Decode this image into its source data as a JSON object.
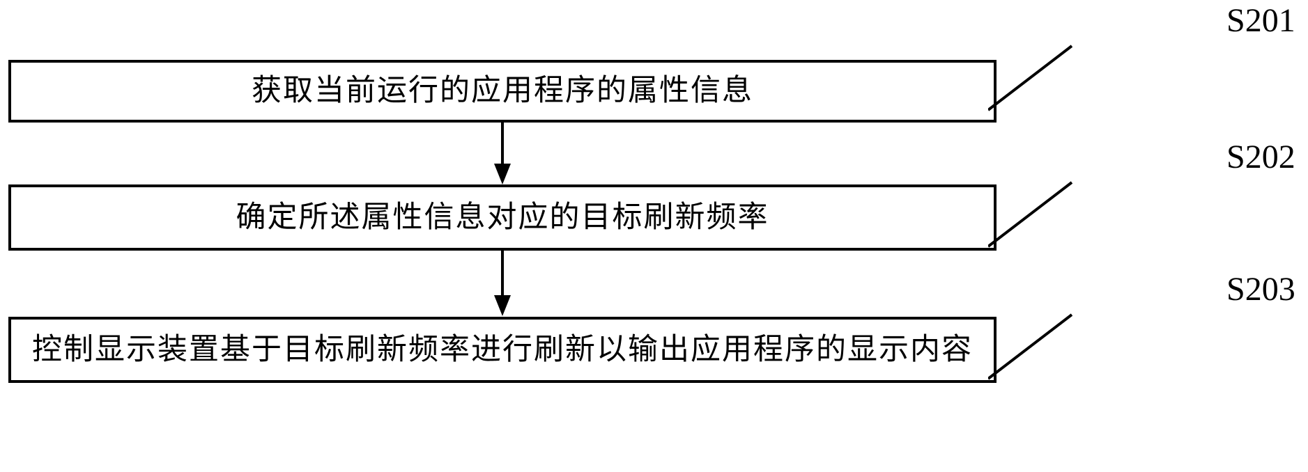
{
  "figure": {
    "type": "flowchart",
    "orientation": "vertical",
    "background_color": "#ffffff",
    "line_color": "#000000"
  },
  "steps": [
    {
      "id": "S201",
      "reference_label": "S201",
      "text": "获取当前运行的应用程序的属性信息"
    },
    {
      "id": "S202",
      "reference_label": "S202",
      "text": "确定所述属性信息对应的目标刷新频率"
    },
    {
      "id": "S203",
      "reference_label": "S203",
      "text": "控制显示装置基于目标刷新频率进行刷新以输出应用程序的显示内容"
    }
  ],
  "connectors": [
    {
      "from": "S201",
      "to": "S202",
      "style": "solid-arrow-down"
    },
    {
      "from": "S202",
      "to": "S203",
      "style": "solid-arrow-down"
    }
  ]
}
